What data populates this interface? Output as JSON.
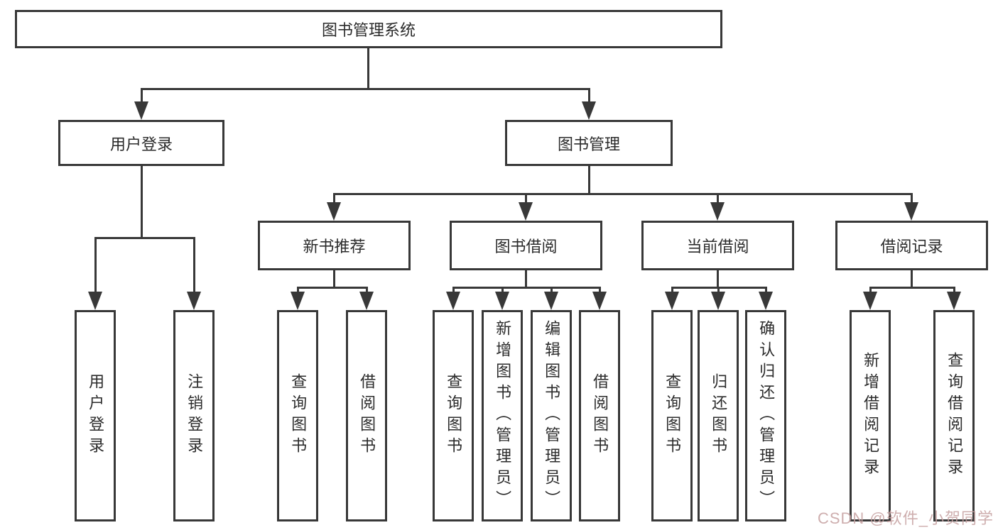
{
  "colors": {
    "line": "#383838",
    "box_border": "#383838",
    "text": "#2b2b2b",
    "background": "#ffffff",
    "watermark": "#c6a0a0"
  },
  "tree": {
    "label": "图书管理系统",
    "children": [
      {
        "label": "用户登录",
        "children": [
          {
            "label": "用户登录"
          },
          {
            "label": "注销登录"
          }
        ]
      },
      {
        "label": "图书管理",
        "children": [
          {
            "label": "新书推荐",
            "children": [
              {
                "label": "查询图书"
              },
              {
                "label": "借阅图书"
              }
            ]
          },
          {
            "label": "图书借阅",
            "children": [
              {
                "label": "查询图书"
              },
              {
                "label": "新增图书（管理员）"
              },
              {
                "label": "编辑图书（管理员）"
              },
              {
                "label": "借阅图书"
              }
            ]
          },
          {
            "label": "当前借阅",
            "children": [
              {
                "label": "查询图书"
              },
              {
                "label": "归还图书"
              },
              {
                "label": "确认归还（管理员）"
              }
            ]
          },
          {
            "label": "借阅记录",
            "children": [
              {
                "label": "新增借阅记录"
              },
              {
                "label": "查询借阅记录"
              }
            ]
          }
        ]
      }
    ]
  },
  "watermark": "CSDN @软件_小贺同学"
}
